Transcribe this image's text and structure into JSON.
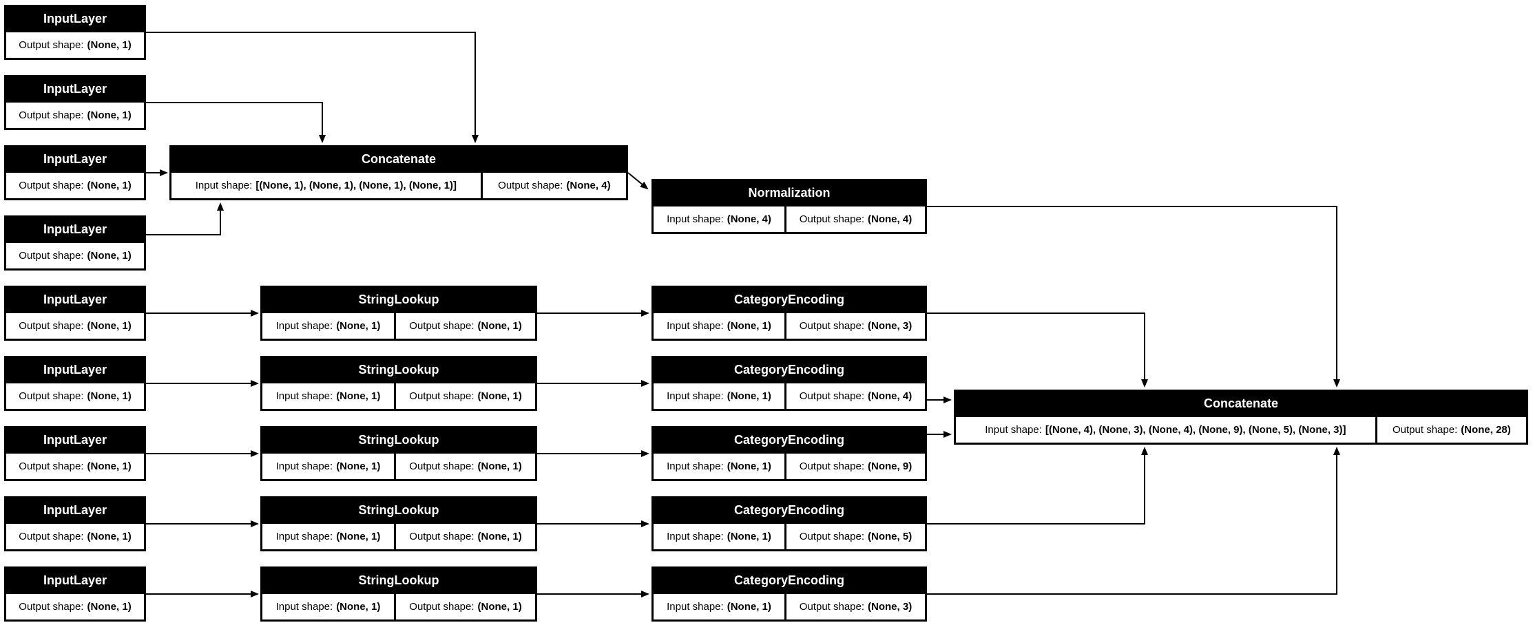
{
  "diagram": {
    "kind": "keras-model-graph",
    "colors": {
      "node_bg": "#000000",
      "node_text": "#ffffff",
      "cell_bg": "#ffffff",
      "cell_text": "#000000",
      "edge": "#000000",
      "background": "#ffffff"
    }
  },
  "nodes": [
    {
      "id": "input-1",
      "title": "InputLayer",
      "cells": [
        {
          "label": "Output shape:",
          "value": "(None, 1)"
        }
      ]
    },
    {
      "id": "input-2",
      "title": "InputLayer",
      "cells": [
        {
          "label": "Output shape:",
          "value": "(None, 1)"
        }
      ]
    },
    {
      "id": "input-3",
      "title": "InputLayer",
      "cells": [
        {
          "label": "Output shape:",
          "value": "(None, 1)"
        }
      ]
    },
    {
      "id": "input-4",
      "title": "InputLayer",
      "cells": [
        {
          "label": "Output shape:",
          "value": "(None, 1)"
        }
      ]
    },
    {
      "id": "concatenate-1",
      "title": "Concatenate",
      "cells": [
        {
          "label": "Input shape:",
          "value": "[(None, 1), (None, 1), (None, 1), (None, 1)]"
        },
        {
          "label": "Output shape:",
          "value": "(None, 4)"
        }
      ]
    },
    {
      "id": "normalization",
      "title": "Normalization",
      "cells": [
        {
          "label": "Input shape:",
          "value": "(None, 4)"
        },
        {
          "label": "Output shape:",
          "value": "(None, 4)"
        }
      ]
    },
    {
      "id": "input-5",
      "title": "InputLayer",
      "cells": [
        {
          "label": "Output shape:",
          "value": "(None, 1)"
        }
      ]
    },
    {
      "id": "stringlookup-1",
      "title": "StringLookup",
      "cells": [
        {
          "label": "Input shape:",
          "value": "(None, 1)"
        },
        {
          "label": "Output shape:",
          "value": "(None, 1)"
        }
      ]
    },
    {
      "id": "categoryencoding-1",
      "title": "CategoryEncoding",
      "cells": [
        {
          "label": "Input shape:",
          "value": "(None, 1)"
        },
        {
          "label": "Output shape:",
          "value": "(None, 3)"
        }
      ]
    },
    {
      "id": "input-6",
      "title": "InputLayer",
      "cells": [
        {
          "label": "Output shape:",
          "value": "(None, 1)"
        }
      ]
    },
    {
      "id": "stringlookup-2",
      "title": "StringLookup",
      "cells": [
        {
          "label": "Input shape:",
          "value": "(None, 1)"
        },
        {
          "label": "Output shape:",
          "value": "(None, 1)"
        }
      ]
    },
    {
      "id": "categoryencoding-2",
      "title": "CategoryEncoding",
      "cells": [
        {
          "label": "Input shape:",
          "value": "(None, 1)"
        },
        {
          "label": "Output shape:",
          "value": "(None, 4)"
        }
      ]
    },
    {
      "id": "input-7",
      "title": "InputLayer",
      "cells": [
        {
          "label": "Output shape:",
          "value": "(None, 1)"
        }
      ]
    },
    {
      "id": "stringlookup-3",
      "title": "StringLookup",
      "cells": [
        {
          "label": "Input shape:",
          "value": "(None, 1)"
        },
        {
          "label": "Output shape:",
          "value": "(None, 1)"
        }
      ]
    },
    {
      "id": "categoryencoding-3",
      "title": "CategoryEncoding",
      "cells": [
        {
          "label": "Input shape:",
          "value": "(None, 1)"
        },
        {
          "label": "Output shape:",
          "value": "(None, 9)"
        }
      ]
    },
    {
      "id": "input-8",
      "title": "InputLayer",
      "cells": [
        {
          "label": "Output shape:",
          "value": "(None, 1)"
        }
      ]
    },
    {
      "id": "stringlookup-4",
      "title": "StringLookup",
      "cells": [
        {
          "label": "Input shape:",
          "value": "(None, 1)"
        },
        {
          "label": "Output shape:",
          "value": "(None, 1)"
        }
      ]
    },
    {
      "id": "categoryencoding-4",
      "title": "CategoryEncoding",
      "cells": [
        {
          "label": "Input shape:",
          "value": "(None, 1)"
        },
        {
          "label": "Output shape:",
          "value": "(None, 5)"
        }
      ]
    },
    {
      "id": "input-9",
      "title": "InputLayer",
      "cells": [
        {
          "label": "Output shape:",
          "value": "(None, 1)"
        }
      ]
    },
    {
      "id": "stringlookup-5",
      "title": "StringLookup",
      "cells": [
        {
          "label": "Input shape:",
          "value": "(None, 1)"
        },
        {
          "label": "Output shape:",
          "value": "(None, 1)"
        }
      ]
    },
    {
      "id": "categoryencoding-5",
      "title": "CategoryEncoding",
      "cells": [
        {
          "label": "Input shape:",
          "value": "(None, 1)"
        },
        {
          "label": "Output shape:",
          "value": "(None, 3)"
        }
      ]
    },
    {
      "id": "concatenate-2",
      "title": "Concatenate",
      "cells": [
        {
          "label": "Input shape:",
          "value": "[(None, 4), (None, 3), (None, 4), (None, 9), (None, 5), (None, 3)]"
        },
        {
          "label": "Output shape:",
          "value": "(None, 28)"
        }
      ]
    }
  ],
  "edges": [
    {
      "from": "input-1",
      "to": "concatenate-1"
    },
    {
      "from": "input-2",
      "to": "concatenate-1"
    },
    {
      "from": "input-3",
      "to": "concatenate-1"
    },
    {
      "from": "input-4",
      "to": "concatenate-1"
    },
    {
      "from": "concatenate-1",
      "to": "normalization"
    },
    {
      "from": "normalization",
      "to": "concatenate-2"
    },
    {
      "from": "input-5",
      "to": "stringlookup-1"
    },
    {
      "from": "stringlookup-1",
      "to": "categoryencoding-1"
    },
    {
      "from": "categoryencoding-1",
      "to": "concatenate-2"
    },
    {
      "from": "input-6",
      "to": "stringlookup-2"
    },
    {
      "from": "stringlookup-2",
      "to": "categoryencoding-2"
    },
    {
      "from": "categoryencoding-2",
      "to": "concatenate-2"
    },
    {
      "from": "input-7",
      "to": "stringlookup-3"
    },
    {
      "from": "stringlookup-3",
      "to": "categoryencoding-3"
    },
    {
      "from": "categoryencoding-3",
      "to": "concatenate-2"
    },
    {
      "from": "input-8",
      "to": "stringlookup-4"
    },
    {
      "from": "stringlookup-4",
      "to": "categoryencoding-4"
    },
    {
      "from": "categoryencoding-4",
      "to": "concatenate-2"
    },
    {
      "from": "input-9",
      "to": "stringlookup-5"
    },
    {
      "from": "stringlookup-5",
      "to": "categoryencoding-5"
    },
    {
      "from": "categoryencoding-5",
      "to": "concatenate-2"
    }
  ]
}
